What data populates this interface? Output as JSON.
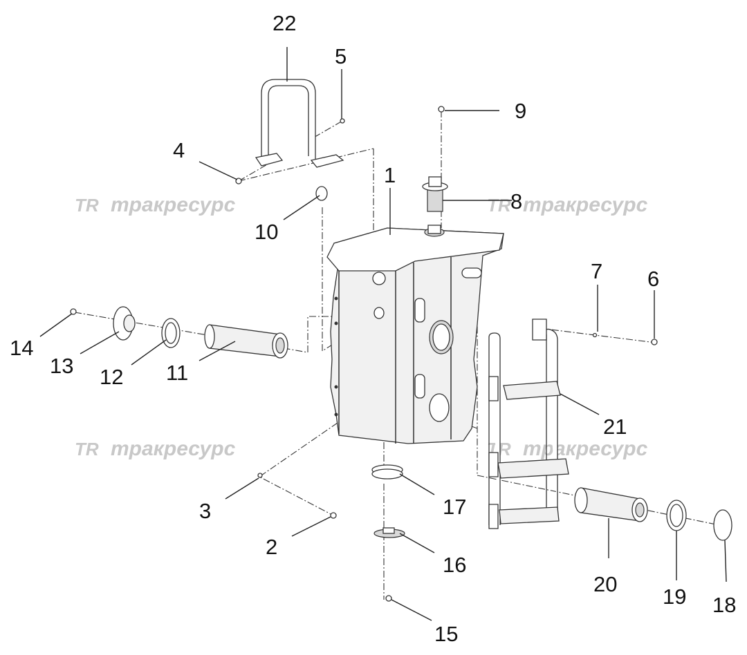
{
  "watermark": {
    "logo_text": "TR",
    "brand_text": "тракресурс"
  },
  "callouts": [
    {
      "id": "c1",
      "text": "1"
    },
    {
      "id": "c2",
      "text": "2"
    },
    {
      "id": "c3",
      "text": "3"
    },
    {
      "id": "c4",
      "text": "4"
    },
    {
      "id": "c5",
      "text": "5"
    },
    {
      "id": "c6",
      "text": "6"
    },
    {
      "id": "c7",
      "text": "7"
    },
    {
      "id": "c8",
      "text": "8"
    },
    {
      "id": "c9",
      "text": "9"
    },
    {
      "id": "c10",
      "text": "10"
    },
    {
      "id": "c11",
      "text": "11"
    },
    {
      "id": "c12",
      "text": "12"
    },
    {
      "id": "c13",
      "text": "13"
    },
    {
      "id": "c14",
      "text": "14"
    },
    {
      "id": "c15",
      "text": "15"
    },
    {
      "id": "c16",
      "text": "16"
    },
    {
      "id": "c17",
      "text": "17"
    },
    {
      "id": "c18",
      "text": "18"
    },
    {
      "id": "c19",
      "text": "19"
    },
    {
      "id": "c20",
      "text": "20"
    },
    {
      "id": "c21",
      "text": "21"
    },
    {
      "id": "c22",
      "text": "22"
    }
  ]
}
